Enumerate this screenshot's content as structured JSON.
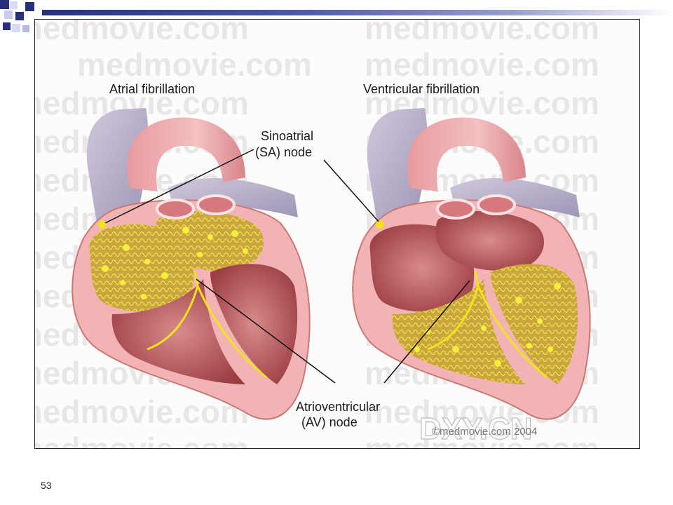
{
  "slide": {
    "number": "53"
  },
  "figure": {
    "panels": [
      {
        "title": "Atrial fibrillation"
      },
      {
        "title": "Ventricular fibrillation"
      }
    ],
    "labels": {
      "sa_line1": "Sinoatrial",
      "sa_line2": "(SA) node",
      "av_line1": "Atrioventricular",
      "av_line2": "(AV) node"
    },
    "watermark": "medmovie.com",
    "copyright": "©medmovie.com 2004",
    "logo": "DXY.CN"
  },
  "colors": {
    "accent": "#26307e",
    "tissue": "#e8a3a3",
    "vessel": "#b7b0c9",
    "signal": "#f2e21a",
    "fibrillation": "#d9c24a"
  }
}
